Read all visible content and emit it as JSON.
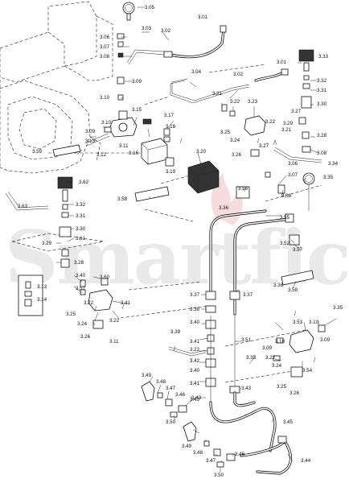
{
  "watermark": {
    "text": "Smartfico"
  },
  "labels": [
    {
      "id": "l305",
      "text": "3.05"
    },
    {
      "id": "l301a",
      "text": "3.01"
    },
    {
      "id": "l306a",
      "text": "3.06"
    },
    {
      "id": "l303",
      "text": "3.03"
    },
    {
      "id": "l302a",
      "text": "3.02"
    },
    {
      "id": "l307a",
      "text": "3.07"
    },
    {
      "id": "l308a",
      "text": "3.08"
    },
    {
      "id": "l333",
      "text": "3.33"
    },
    {
      "id": "l301b",
      "text": "3.01"
    },
    {
      "id": "l309a",
      "text": "3.09"
    },
    {
      "id": "l304",
      "text": "3.04"
    },
    {
      "id": "l302b",
      "text": "3.02"
    },
    {
      "id": "l332",
      "text": "3.32"
    },
    {
      "id": "l331",
      "text": "3.31"
    },
    {
      "id": "l321a",
      "text": "3.21"
    },
    {
      "id": "l322a",
      "text": "3.22"
    },
    {
      "id": "l323",
      "text": "3.23"
    },
    {
      "id": "l310a",
      "text": "3.10"
    },
    {
      "id": "l330",
      "text": "3.30"
    },
    {
      "id": "l315",
      "text": "3.15"
    },
    {
      "id": "l317",
      "text": "3.17"
    },
    {
      "id": "l327a",
      "text": "3.27"
    },
    {
      "id": "l329a",
      "text": "3.29"
    },
    {
      "id": "l322b",
      "text": "3.22"
    },
    {
      "id": "l321b",
      "text": "3.21"
    },
    {
      "id": "l310b",
      "text": "3.10"
    },
    {
      "id": "l318",
      "text": "3.18"
    },
    {
      "id": "l309b",
      "text": "3.09"
    },
    {
      "id": "l325a",
      "text": "3.25"
    },
    {
      "id": "l328",
      "text": "3.28"
    },
    {
      "id": "l324a",
      "text": "3.24"
    },
    {
      "id": "l311a",
      "text": "3.11"
    },
    {
      "id": "l313a",
      "text": "3.13"
    },
    {
      "id": "l327b",
      "text": "3.27"
    },
    {
      "id": "l359",
      "text": "3.59"
    },
    {
      "id": "l312",
      "text": "3.12"
    },
    {
      "id": "l316",
      "text": "3.16"
    },
    {
      "id": "l320",
      "text": "3.20"
    },
    {
      "id": "l326a",
      "text": "3.26"
    },
    {
      "id": "l308b",
      "text": "3.08"
    },
    {
      "id": "l306b",
      "text": "3.06"
    },
    {
      "id": "l334",
      "text": "3.34"
    },
    {
      "id": "l319",
      "text": "3.19"
    },
    {
      "id": "l307b",
      "text": "3.07"
    },
    {
      "id": "l335a",
      "text": "3.35"
    },
    {
      "id": "l362",
      "text": "3.62"
    },
    {
      "id": "l356",
      "text": "3.56"
    },
    {
      "id": "l358a",
      "text": "3.58"
    },
    {
      "id": "l308c",
      "text": "3.08"
    },
    {
      "id": "l363",
      "text": "3.63"
    },
    {
      "id": "l332b",
      "text": "3.32"
    },
    {
      "id": "l336",
      "text": "3.36"
    },
    {
      "id": "l331b",
      "text": "3.31"
    },
    {
      "id": "l355",
      "text": "3.55"
    },
    {
      "id": "l330b",
      "text": "3.30"
    },
    {
      "id": "l361",
      "text": "3.61"
    },
    {
      "id": "l329b",
      "text": "3.29"
    },
    {
      "id": "l352",
      "text": "3.52"
    },
    {
      "id": "l357",
      "text": "3.57"
    },
    {
      "id": "l328b",
      "text": "3.28"
    },
    {
      "id": "l313b",
      "text": "3.13"
    },
    {
      "id": "l360",
      "text": "3.60"
    },
    {
      "id": "l340a",
      "text": "3.40"
    },
    {
      "id": "l351a",
      "text": "3.51"
    },
    {
      "id": "l314",
      "text": "3.14"
    },
    {
      "id": "l338a",
      "text": "3.38"
    },
    {
      "id": "l358b",
      "text": "3.58"
    },
    {
      "id": "l337a",
      "text": "3.37"
    },
    {
      "id": "l337b",
      "text": "3.37"
    },
    {
      "id": "l322c",
      "text": "3.22"
    },
    {
      "id": "l341a",
      "text": "3.41"
    },
    {
      "id": "l338b",
      "text": "3.38"
    },
    {
      "id": "l325b",
      "text": "3.25"
    },
    {
      "id": "l324b",
      "text": "3.24"
    },
    {
      "id": "l322d",
      "text": "3.22"
    },
    {
      "id": "l326b",
      "text": "3.26"
    },
    {
      "id": "l311b",
      "text": "3.11"
    },
    {
      "id": "l339",
      "text": "3.39"
    },
    {
      "id": "l335b",
      "text": "3.35"
    },
    {
      "id": "l353",
      "text": "3.53"
    },
    {
      "id": "l310c",
      "text": "3.10"
    },
    {
      "id": "l340b",
      "text": "3.40"
    },
    {
      "id": "l341b",
      "text": "3.41"
    },
    {
      "id": "l322e",
      "text": "3.22"
    },
    {
      "id": "l351b",
      "text": "3.51"
    },
    {
      "id": "l310d",
      "text": "3.10"
    },
    {
      "id": "l309c",
      "text": "3.09"
    },
    {
      "id": "l342",
      "text": "3.42"
    },
    {
      "id": "l335c",
      "text": "3.35"
    },
    {
      "id": "l340c",
      "text": "3.40"
    },
    {
      "id": "l309d",
      "text": "3.09"
    },
    {
      "id": "l322f",
      "text": "3.22"
    },
    {
      "id": "l324c",
      "text": "3.24"
    },
    {
      "id": "l354",
      "text": "3.54"
    },
    {
      "id": "l341c",
      "text": "3.41"
    },
    {
      "id": "l325c",
      "text": "3.25"
    },
    {
      "id": "l326c",
      "text": "3.26"
    },
    {
      "id": "l349a",
      "text": "3.49"
    },
    {
      "id": "l348a",
      "text": "3.48"
    },
    {
      "id": "l343a",
      "text": "3.43"
    },
    {
      "id": "l347a",
      "text": "3.47"
    },
    {
      "id": "l343b",
      "text": "3.43"
    },
    {
      "id": "l346a",
      "text": "3.46"
    },
    {
      "id": "l343c",
      "text": "3.43"
    },
    {
      "id": "l345",
      "text": "3.45"
    },
    {
      "id": "l350a",
      "text": "3.50"
    },
    {
      "id": "l349b",
      "text": "3.49"
    },
    {
      "id": "l348b",
      "text": "3.48"
    },
    {
      "id": "l346b",
      "text": "3.46"
    },
    {
      "id": "l347b",
      "text": "3.47"
    },
    {
      "id": "l344",
      "text": "3.44"
    },
    {
      "id": "l350b",
      "text": "3.50"
    }
  ]
}
